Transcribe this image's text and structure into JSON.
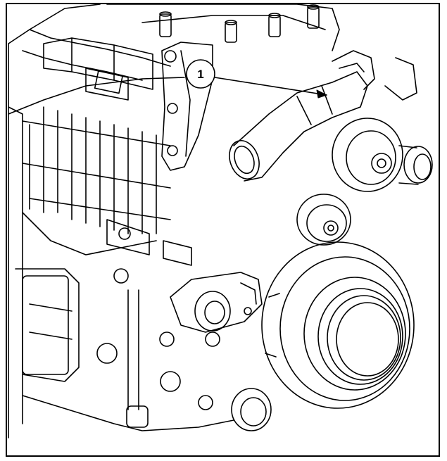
{
  "diagram": {
    "subject": "engine-front-line-drawing",
    "callouts": [
      {
        "label": "1",
        "target": "coolant-outlet-housing"
      }
    ],
    "line_color": "#000000",
    "background_color": "#ffffff"
  }
}
